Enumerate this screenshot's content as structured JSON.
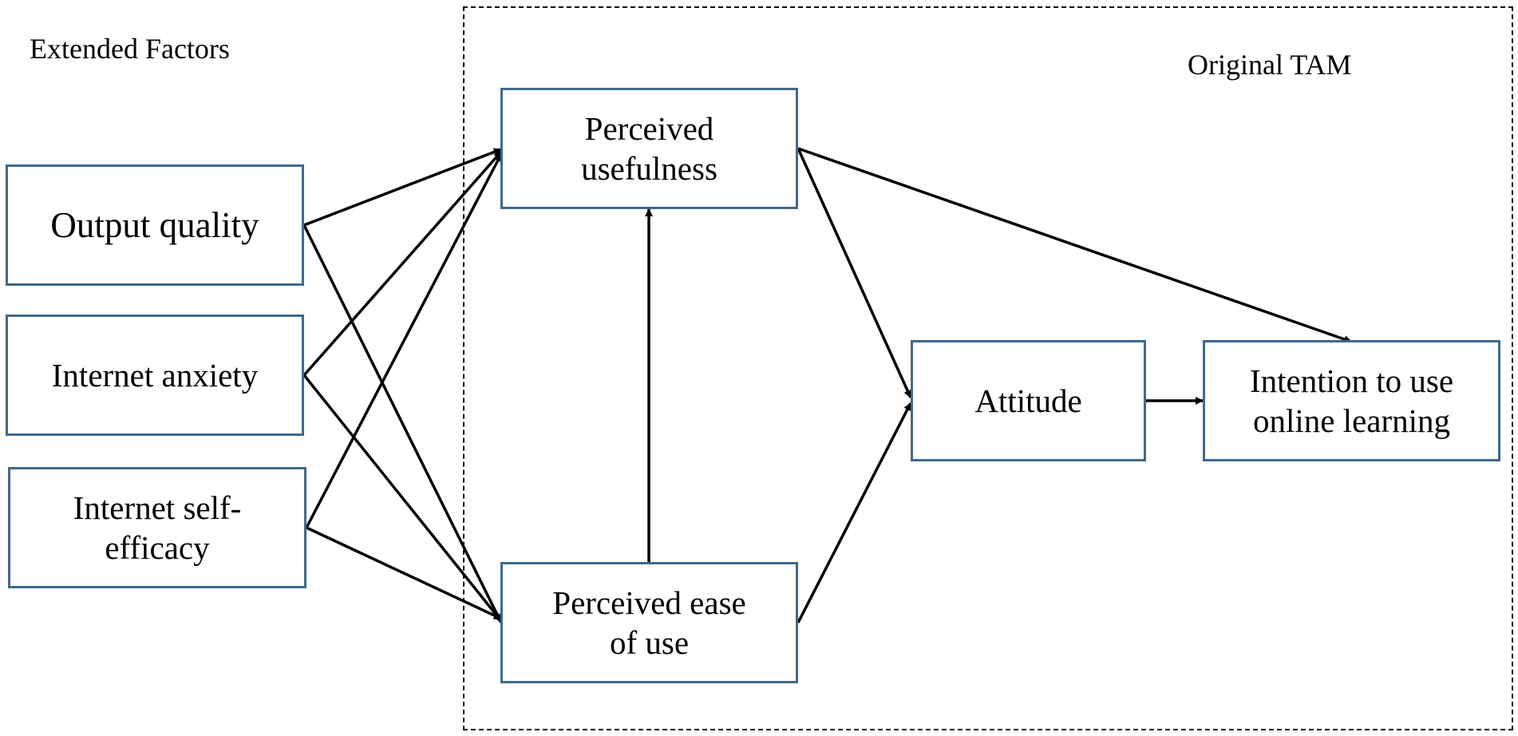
{
  "labels": {
    "extended_factors": "Extended Factors",
    "original_tam": "Original TAM"
  },
  "nodes": {
    "output_quality": "Output quality",
    "internet_anxiety": "Internet anxiety",
    "internet_self_efficacy": "Internet self-\nefficacy",
    "perceived_usefulness": "Perceived\nusefulness",
    "perceived_ease_of_use": "Perceived ease\nof use",
    "attitude": "Attitude",
    "intention_to_use": "Intention to use\nonline learning"
  },
  "edges": [
    {
      "from": "output_quality",
      "to": "perceived_usefulness"
    },
    {
      "from": "output_quality",
      "to": "perceived_ease_of_use"
    },
    {
      "from": "internet_anxiety",
      "to": "perceived_usefulness"
    },
    {
      "from": "internet_anxiety",
      "to": "perceived_ease_of_use"
    },
    {
      "from": "internet_self_efficacy",
      "to": "perceived_usefulness"
    },
    {
      "from": "internet_self_efficacy",
      "to": "perceived_ease_of_use"
    },
    {
      "from": "perceived_ease_of_use",
      "to": "perceived_usefulness"
    },
    {
      "from": "perceived_usefulness",
      "to": "attitude"
    },
    {
      "from": "perceived_usefulness",
      "to": "intention_to_use"
    },
    {
      "from": "perceived_ease_of_use",
      "to": "attitude"
    },
    {
      "from": "attitude",
      "to": "intention_to_use"
    }
  ],
  "colors": {
    "box_border": "#3f6a8c",
    "arrow": "#000000"
  }
}
